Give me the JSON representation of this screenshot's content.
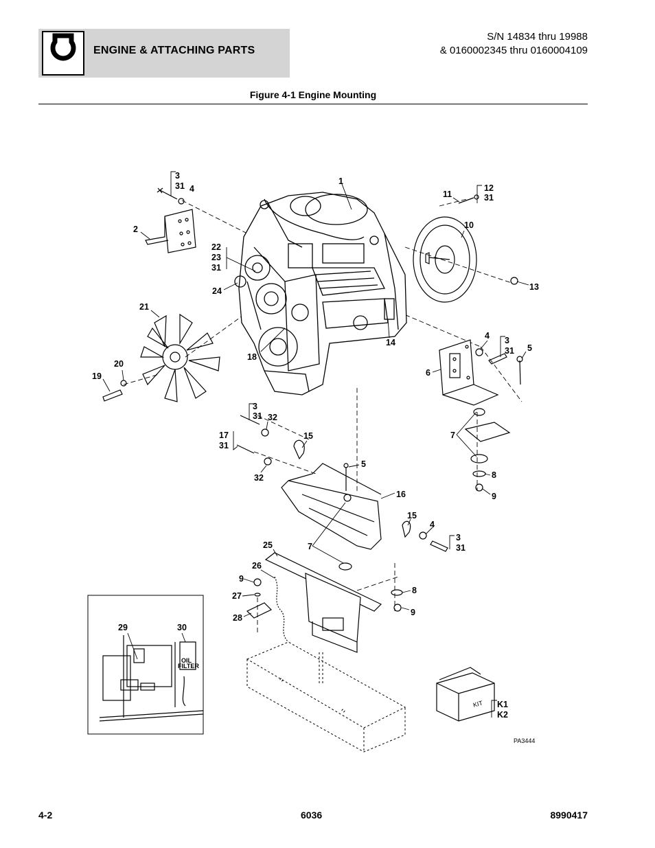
{
  "header": {
    "section_title": "ENGINE & ATTACHING PARTS",
    "serial_line1": "S/N 14834 thru 19988",
    "serial_line2": "& 0160002345 thru 0160004109",
    "icon": "engine-icon"
  },
  "figure": {
    "title": "Figure 4-1 Engine Mounting",
    "drawing_id": "PA3444",
    "oil_filter_line1": "OIL",
    "oil_filter_line2": "FILTER",
    "kit_box_text": "KIT",
    "callouts": {
      "c1": "1",
      "c2": "2",
      "c3a": "3",
      "c31a": "31",
      "c4a": "4",
      "c22": "22",
      "c23": "23",
      "c31b": "31",
      "c24": "24",
      "c21": "21",
      "c20": "20",
      "c19": "19",
      "c18": "18",
      "c11": "11",
      "c12": "12",
      "c31c": "31",
      "c10": "10",
      "c13": "13",
      "c14": "14",
      "c4b": "4",
      "c3b": "3",
      "c31d": "31",
      "c5a": "5",
      "c6": "6",
      "c3c": "3",
      "c31e": "31",
      "c32a": "32",
      "c17": "17",
      "c31f": "31",
      "c15a": "15",
      "c32b": "32",
      "c5b": "5",
      "c16": "16",
      "c7a": "7",
      "c8a": "8",
      "c9a": "9",
      "c15b": "15",
      "c4c": "4",
      "c3d": "3",
      "c31g": "31",
      "c25": "25",
      "c7b": "7",
      "c26": "26",
      "c9b": "9",
      "c27": "27",
      "c28": "28",
      "c8b": "8",
      "c9c": "9",
      "c29": "29",
      "c30": "30",
      "k1": "K1",
      "k2": "K2"
    }
  },
  "footer": {
    "page": "4-2",
    "model": "6036",
    "doc_number": "8990417"
  }
}
